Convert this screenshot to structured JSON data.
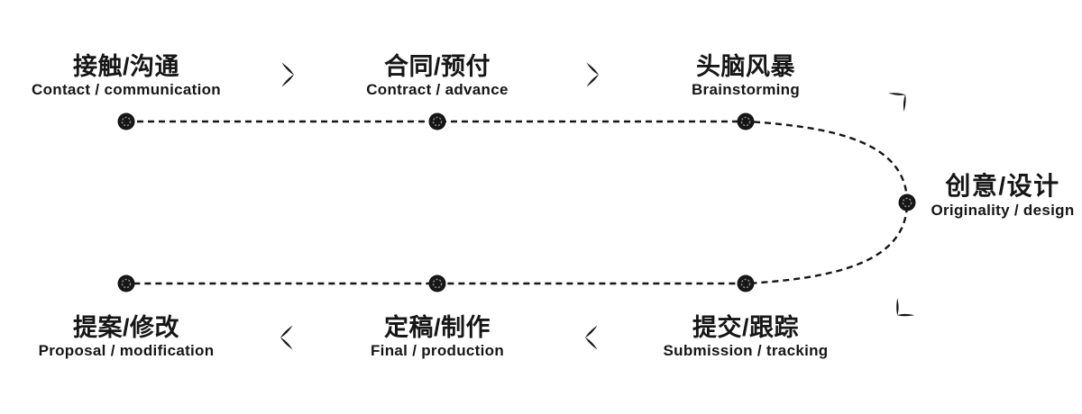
{
  "colors": {
    "background": "#ffffff",
    "ink": "#161616",
    "node_fill": "#161616",
    "node_ring": "#888888"
  },
  "icons": {
    "step_arrow_right": "chevron-right",
    "step_arrow_left": "chevron-left",
    "curve_arrow_top": "chevron-rotated-along-curve-top",
    "curve_arrow_bottom": "chevron-rotated-along-curve-bottom",
    "node": "ringed-dot"
  },
  "flow": {
    "top_steps": [
      {
        "zh": "接触/沟通",
        "en": "Contact / communication"
      },
      {
        "zh": "合同/预付",
        "en": "Contract / advance"
      },
      {
        "zh": "头脑风暴",
        "en": "Brainstorming"
      }
    ],
    "right_step": {
      "zh": "创意/设计",
      "en": "Originality / design"
    },
    "bottom_steps": [
      {
        "zh": "提交/跟踪",
        "en": "Submission / tracking"
      },
      {
        "zh": "定稿/制作",
        "en": "Final / production"
      },
      {
        "zh": "提案/修改",
        "en": "Proposal / modification"
      }
    ]
  }
}
